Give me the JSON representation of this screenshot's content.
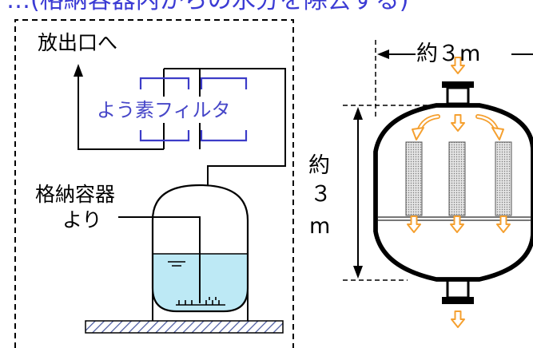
{
  "header": {
    "text": "…(格納容器内からの水分を除去する)",
    "color": "#3b3bd4"
  },
  "left_panel": {
    "outlet_label": "放出口へ",
    "filter_label": "よう素フィルタ",
    "source_label_line1": "格納容器",
    "source_label_line2": "より"
  },
  "right_panel": {
    "width_label": "約３m",
    "height_label_char1": "約",
    "height_label_char2": "３",
    "height_label_char3": "m"
  },
  "colors": {
    "filter_box": "#3c3cc8",
    "filter_text": "#4646c8",
    "water": "#bde9f5",
    "flow_arrow": "#f5a030",
    "element": "#bdbdbd",
    "outline": "#000000"
  },
  "icons": {
    "flow": "arrow-down-icon",
    "dimension": "double-arrow-icon"
  }
}
